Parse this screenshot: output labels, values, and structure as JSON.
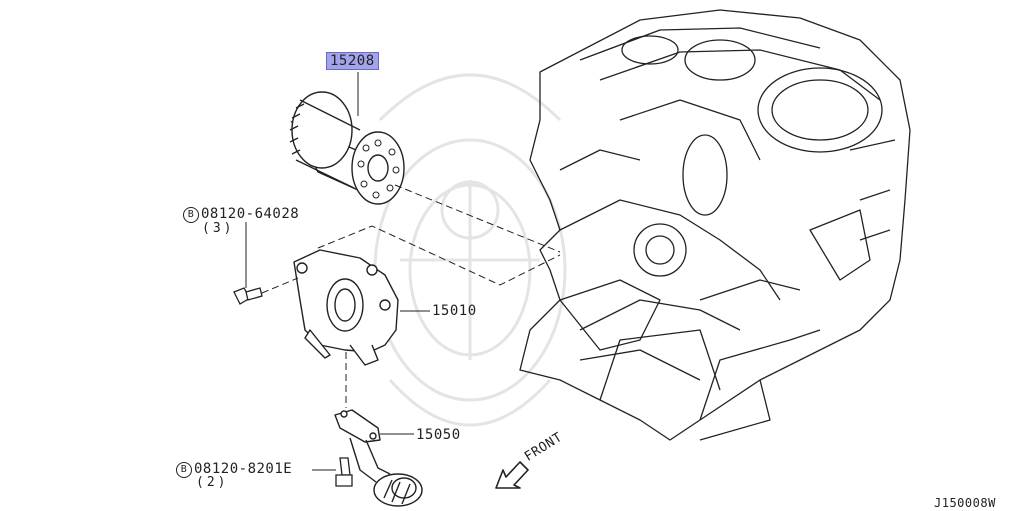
{
  "parts": [
    {
      "number": "15208",
      "highlighted": true
    },
    {
      "number": "15010"
    },
    {
      "number": "15050"
    }
  ],
  "bolts": [
    {
      "symbol": "B",
      "number": "08120-64028",
      "qty": "(3)"
    },
    {
      "symbol": "B",
      "number": "08120-8201E",
      "qty": "(2)"
    }
  ],
  "direction_label": "FRONT",
  "diagram_id": "J150008W",
  "colors": {
    "highlight": "#a3a3ea",
    "line": "#222222",
    "watermark": "#e6e6e6"
  }
}
